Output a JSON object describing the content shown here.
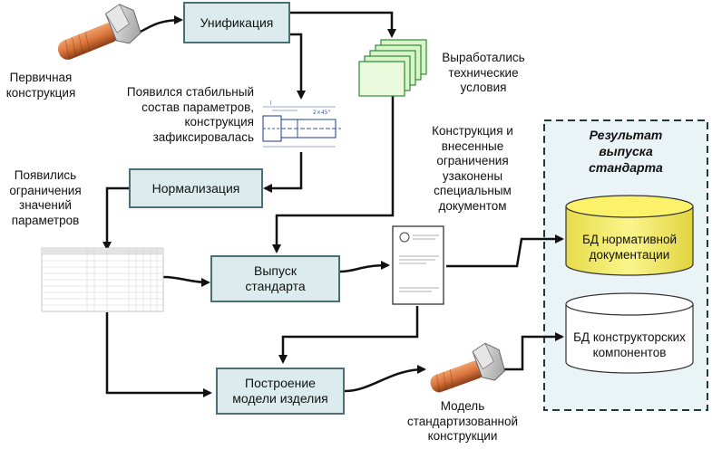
{
  "boxes": {
    "unification": "Унификация",
    "normalization": "Нормализация",
    "standard_release": "Выпуск\nстандарта",
    "model_building": "Построение\nмодели изделия"
  },
  "labels": {
    "primary_design": "Первичная\nконструкция",
    "stable_params": "Появился стабильный\nсостав параметров,\nконструкция\nзафиксировалась",
    "constraints_appeared": "Появились\nограничения\nзначений\nпараметров",
    "tech_conditions": "Выработались\nтехнические\nусловия",
    "legalized": "Конструкция и\nвнесенные\nограничения\nузаконены\nспециальным\nдокументом",
    "standardized_model": "Модель\nстандартизованной\nконструкции"
  },
  "result": {
    "title": "Результат\nвыпуска\nстандарта",
    "db_normative": "БД нормативной\nдокументации",
    "db_components": "БД конструкторских\nкомпонентов"
  },
  "colors": {
    "process_box_fill": "#dcecee",
    "process_box_border": "#4a6f74",
    "normative_db": "#f6ef7a",
    "components_db": "#ffffff",
    "tech_conditions_doc": "#d9f5c9",
    "bolt_body": "#d9743c"
  },
  "icons": {
    "bolt": "bolt-icon",
    "drawing": "technical-drawing-icon",
    "documents": "document-stack-icon",
    "table": "parameter-table-icon",
    "standard_doc": "standard-document-icon",
    "database": "database-cylinder-icon"
  }
}
